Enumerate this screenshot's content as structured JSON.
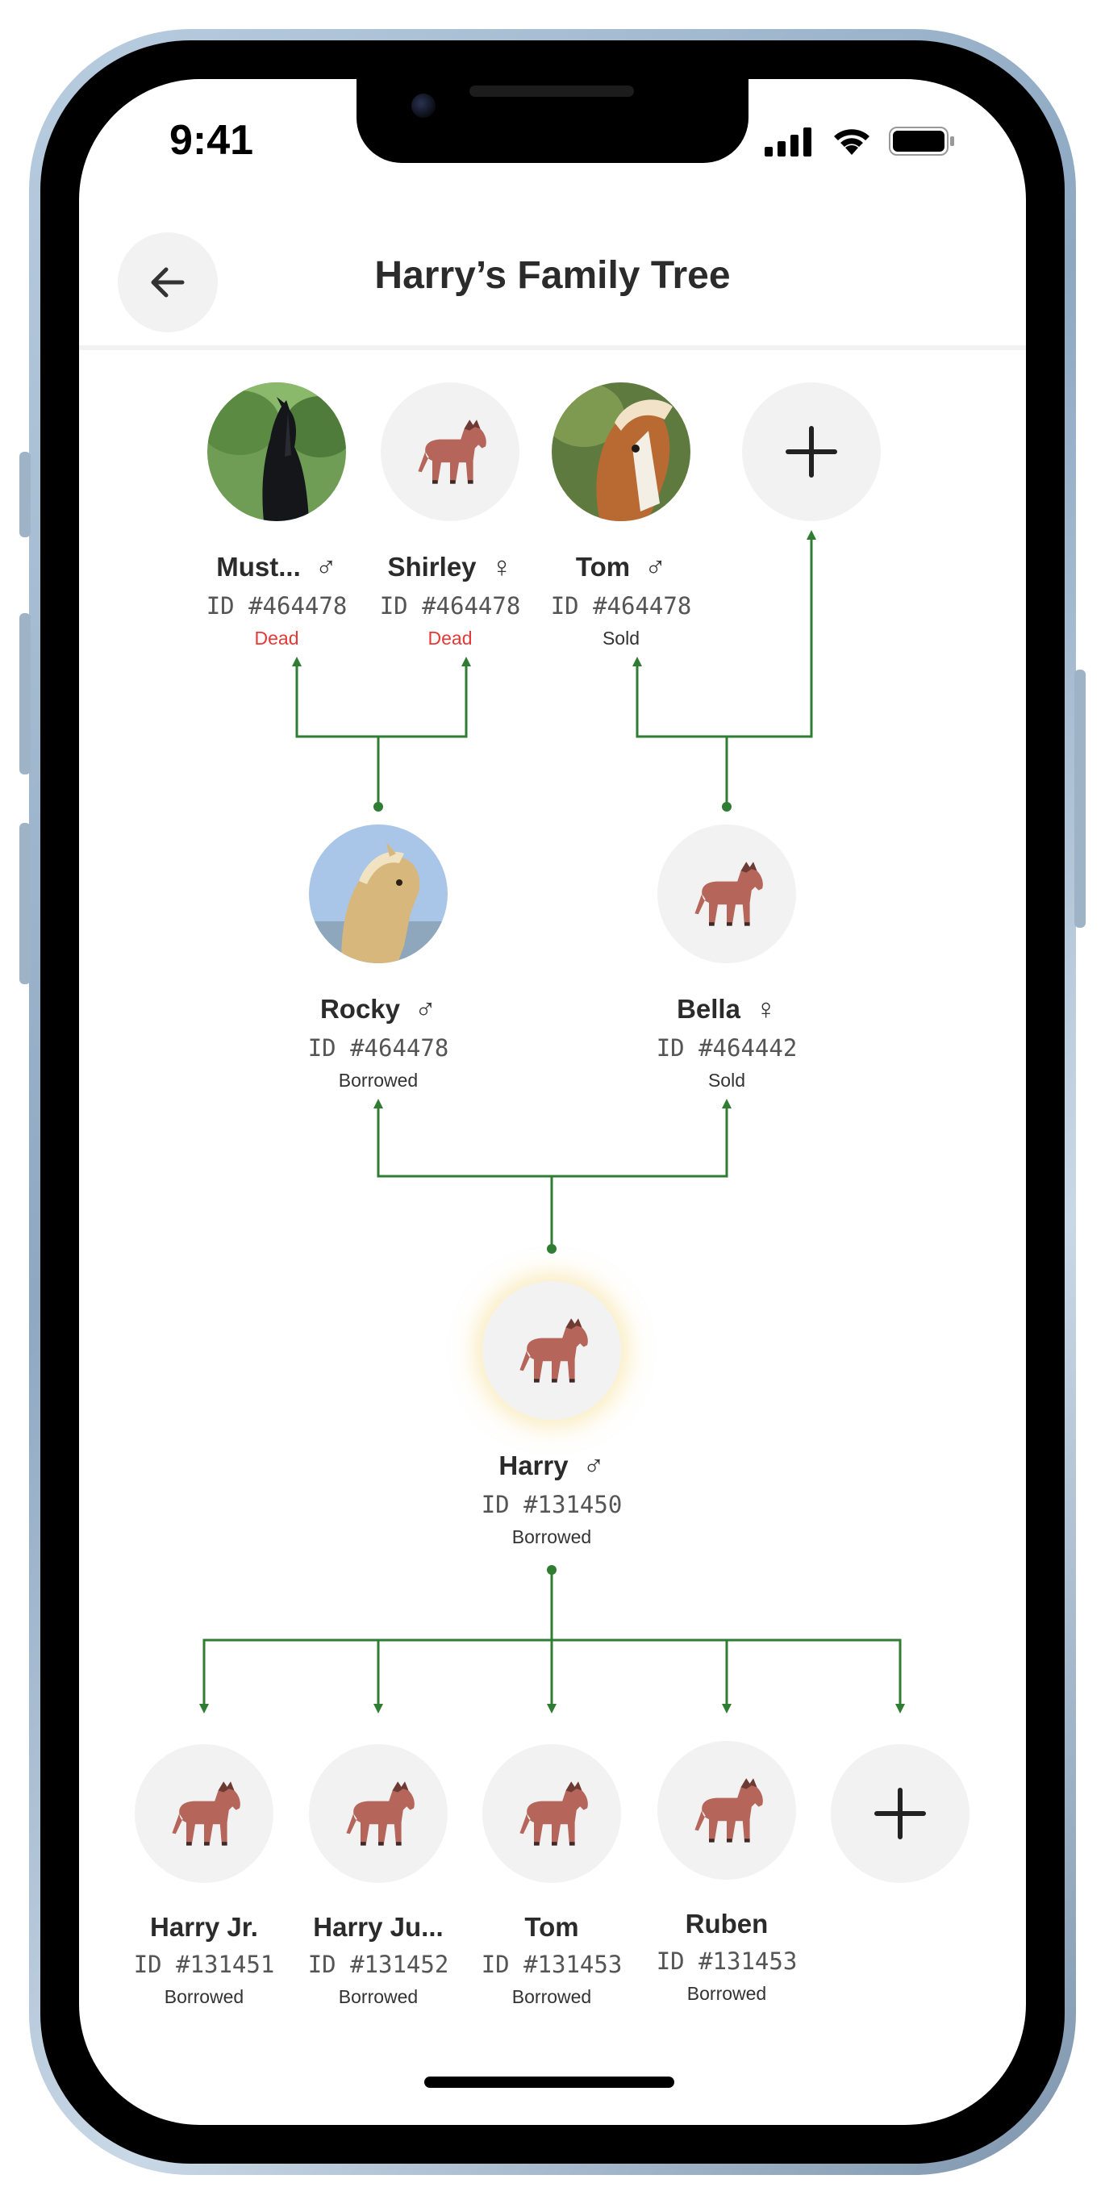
{
  "status_bar": {
    "time": "9:41"
  },
  "header": {
    "title": "Harry’s Family Tree"
  },
  "tree": {
    "grandparents": [
      {
        "name": "Must...",
        "gender": "♂",
        "id": "ID #464478",
        "status": "Dead",
        "photo": "black-horse-photo"
      },
      {
        "name": "Shirley",
        "gender": "♀",
        "id": "ID #464478",
        "status": "Dead",
        "photo": "horse-placeholder-icon"
      },
      {
        "name": "Tom",
        "gender": "♂",
        "id": "ID #464478",
        "status": "Sold",
        "photo": "chestnut-horse-photo"
      }
    ],
    "parents": [
      {
        "name": "Rocky",
        "gender": "♂",
        "id": "ID #464478",
        "status": "Borrowed",
        "photo": "palomino-horse-photo"
      },
      {
        "name": "Bella",
        "gender": "♀",
        "id": "ID #464442",
        "status": "Sold",
        "photo": "horse-placeholder-icon"
      }
    ],
    "subject": {
      "name": "Harry",
      "gender": "♂",
      "id": "ID #131450",
      "status": "Borrowed",
      "photo": "horse-placeholder-icon"
    },
    "children": [
      {
        "name": "Harry Jr.",
        "id": "ID #131451",
        "status": "Borrowed"
      },
      {
        "name": "Harry Ju...",
        "id": "ID #131452",
        "status": "Borrowed"
      },
      {
        "name": "Tom",
        "id": "ID #131453",
        "status": "Borrowed"
      },
      {
        "name": "Ruben",
        "id": "ID #131453",
        "status": "Borrowed"
      }
    ]
  },
  "colors": {
    "connector": "#2e7d32",
    "dead": "#e53935",
    "horse": "#b5655a",
    "avatar_bg": "#f2f2f2"
  },
  "icons": {
    "back": "arrow-left-icon",
    "add": "plus-icon",
    "horse": "horse-icon"
  }
}
